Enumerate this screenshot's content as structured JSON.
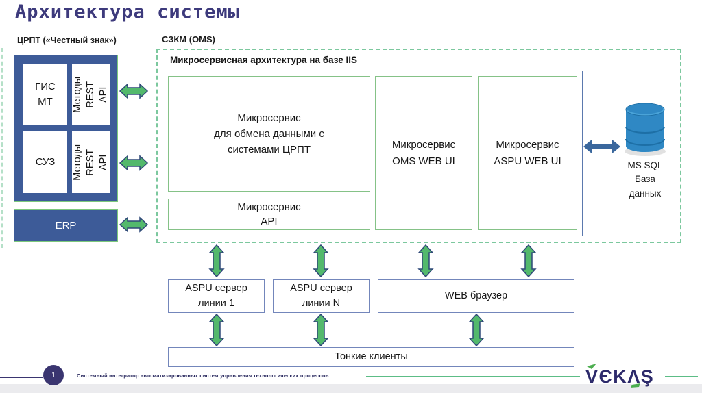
{
  "title": "Архитектура системы",
  "colors": {
    "accent_green": "#53b96c",
    "dashed_green": "#7cc89e",
    "box_navy": "#3d5b98",
    "container_border_blue": "#5b79ae",
    "db_blue": "#2f88c4",
    "footer_navy": "#3a3570",
    "title_indigo": "#3d3a7c"
  },
  "crpt": {
    "label": "ЦРПТ («Честный знак»)",
    "cells": [
      {
        "label": "ГИС\nМТ"
      },
      {
        "label": "Методы\nREST API"
      },
      {
        "label": "СУЗ"
      },
      {
        "label": "Методы\nREST API"
      }
    ],
    "erp_label": "ERP"
  },
  "szkm": {
    "label": "СЗКМ (OMS)",
    "subtitle": "Микросервисная архитектура на базе IIS",
    "services": {
      "exchange": "Микросервис\nдля обмена данными с\nсистемами ЦРПТ",
      "api": "Микросервис\nAPI",
      "oms_web": "Микросервис\nOMS WEB UI",
      "aspu_web": "Микросервис\nASPU WEB UI"
    }
  },
  "database": {
    "label": "MS SQL\nБаза\nданных"
  },
  "bottom": {
    "aspu_line1": "ASPU сервер\nлинии 1",
    "aspu_lineN": "ASPU сервер\nлинии N",
    "web_browser": "WEB браузер",
    "thin_clients": "Тонкие клиенты"
  },
  "footer": {
    "page_number": "1",
    "text": "Системный интегратор автоматизированных систем управления технологических процессов",
    "logo_text": "VЄKΛŞ",
    "logo_brand": "VEKAS"
  }
}
